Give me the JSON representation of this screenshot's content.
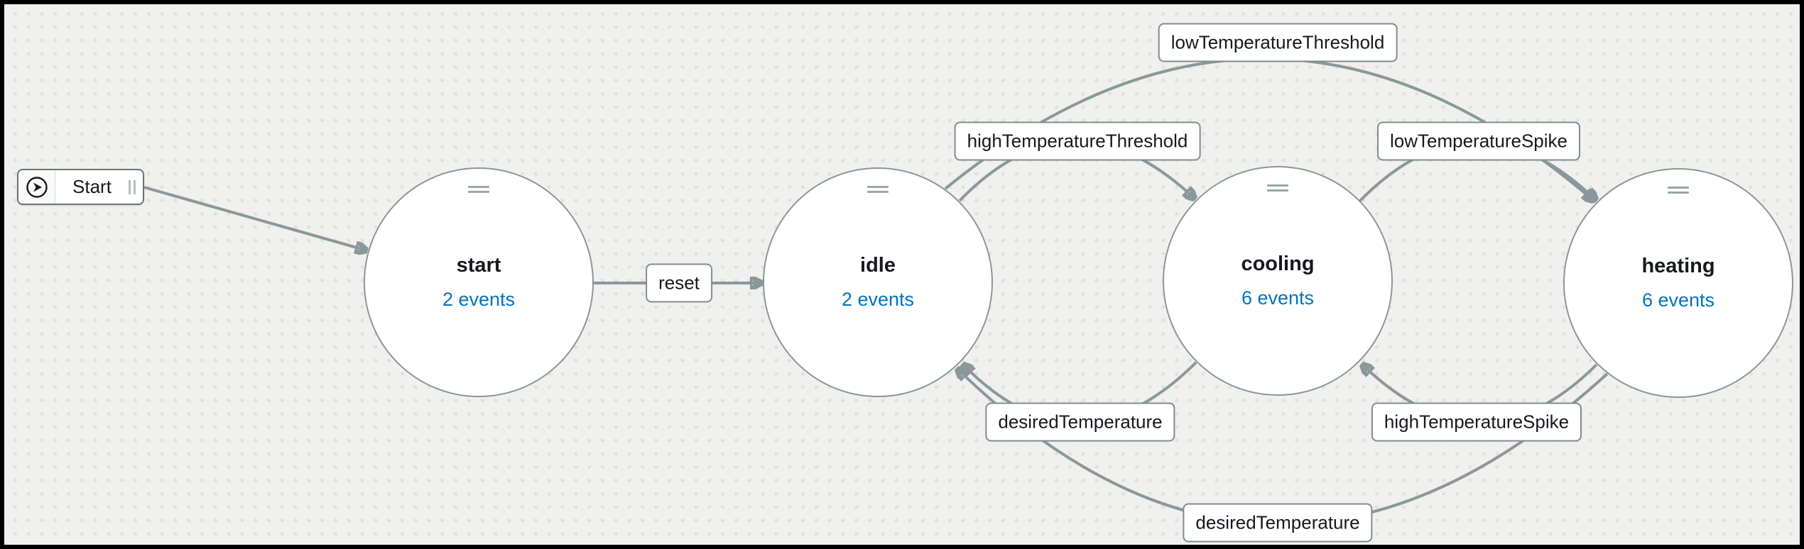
{
  "colors": {
    "background": "#f0f0ee",
    "grid_dot": "#e0e1de",
    "frame_border": "#000000",
    "node_fill": "#ffffff",
    "node_border": "#8b979b",
    "edge_stroke": "#8a989b",
    "label_border": "#7f8d90",
    "text_primary": "#16191f",
    "link_blue": "#0073bb"
  },
  "start_node": {
    "label": "Start",
    "icon": "play-circle-icon",
    "grip_icon": "drag-grip-icon"
  },
  "states": [
    {
      "name": "start",
      "events": "2 events"
    },
    {
      "name": "idle",
      "events": "2 events"
    },
    {
      "name": "cooling",
      "events": "6 events"
    },
    {
      "name": "heating",
      "events": "6 events"
    }
  ],
  "transitions": [
    {
      "label": "reset",
      "from": "start",
      "to": "idle"
    },
    {
      "label": "highTemperatureThreshold",
      "from": "idle",
      "to": "cooling"
    },
    {
      "label": "lowTemperatureThreshold",
      "from": "idle",
      "to": "heating"
    },
    {
      "label": "lowTemperatureSpike",
      "from": "cooling",
      "to": "heating"
    },
    {
      "label": "desiredTemperature",
      "from": "cooling",
      "to": "idle"
    },
    {
      "label": "highTemperatureSpike",
      "from": "heating",
      "to": "cooling"
    },
    {
      "label": "desiredTemperature",
      "from": "heating",
      "to": "idle"
    }
  ]
}
